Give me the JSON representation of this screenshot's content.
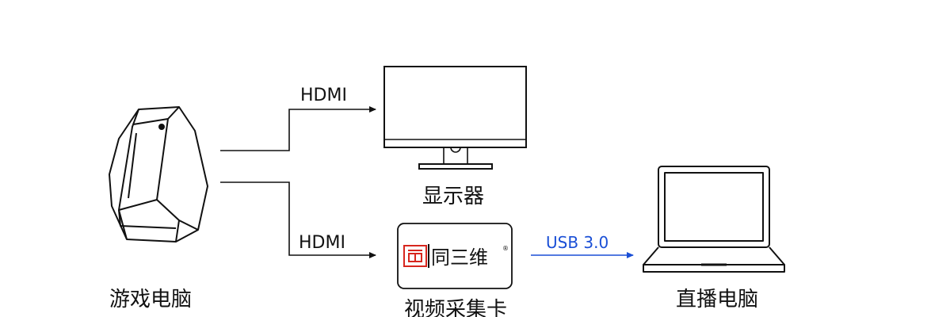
{
  "nodes": {
    "gaming_pc": {
      "label": "游戏电脑"
    },
    "monitor": {
      "label": "显示器"
    },
    "capture_card": {
      "label": "视频采集卡",
      "brand_text": "同三维",
      "brand_mark": "®"
    },
    "streaming_pc": {
      "label": "直播电脑"
    }
  },
  "connections": {
    "pc_to_monitor": {
      "label": "HDMI"
    },
    "pc_to_capture": {
      "label": "HDMI"
    },
    "capture_to_laptop": {
      "label": "USB 3.0"
    }
  },
  "colors": {
    "line": "#111111",
    "usb_blue": "#1a4fd6",
    "brand_red": "#d7261e"
  }
}
